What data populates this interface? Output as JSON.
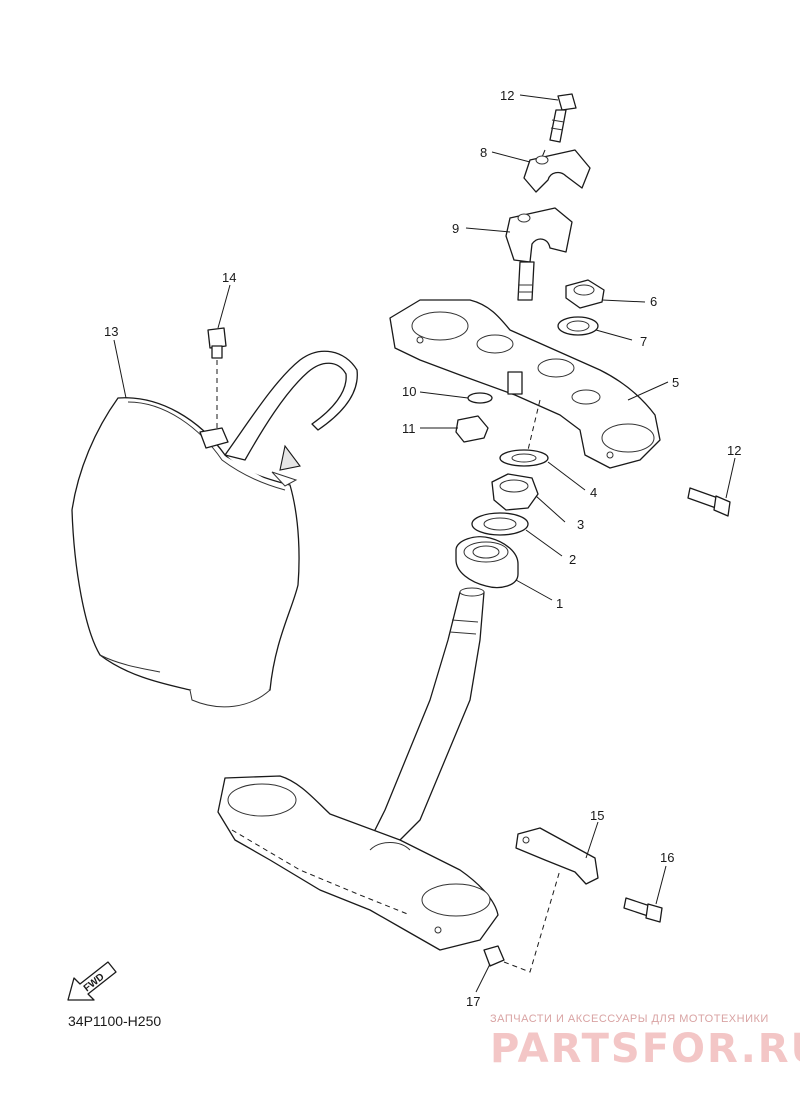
{
  "diagram_code": "34P1100-H250",
  "watermark": {
    "tagline": "ЗАПЧАСТИ И АКСЕССУАРЫ ДЛЯ МОТОТЕХНИКИ",
    "brand": "PARTSFOR.RU"
  },
  "fwd_label": "FWD",
  "callouts": {
    "c1": "1",
    "c2": "2",
    "c3": "3",
    "c4": "4",
    "c5": "5",
    "c6": "6",
    "c7": "7",
    "c8": "8",
    "c9": "9",
    "c10": "10",
    "c11": "11",
    "c12a": "12",
    "c12b": "12",
    "c13": "13",
    "c14": "14",
    "c15": "15",
    "c16": "16",
    "c17": "17"
  }
}
